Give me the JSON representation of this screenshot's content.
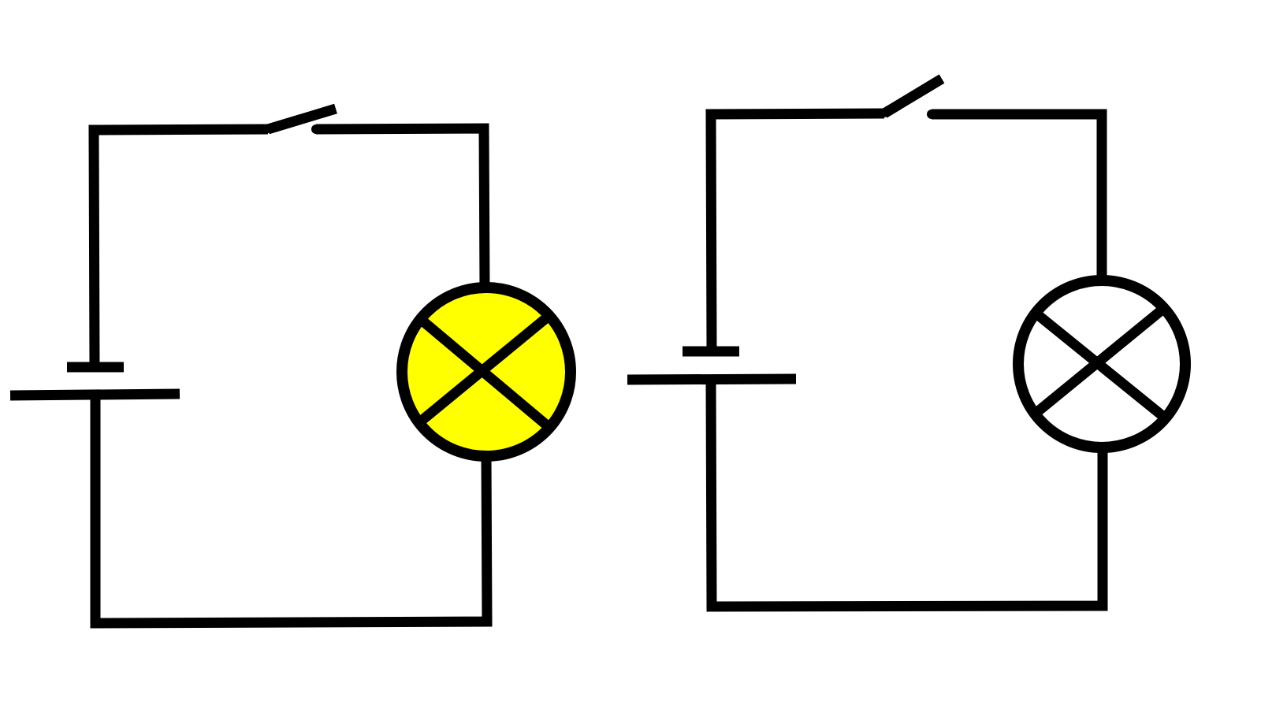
{
  "colors": {
    "background": "#ffffff",
    "wire": "#000000",
    "lamp_lit": "#ffff00",
    "lamp_unlit": "#ffffff"
  },
  "circuits": [
    {
      "id": "left",
      "lamp_state": "lit",
      "switch_state": "open"
    },
    {
      "id": "right",
      "lamp_state": "unlit",
      "switch_state": "open"
    }
  ]
}
